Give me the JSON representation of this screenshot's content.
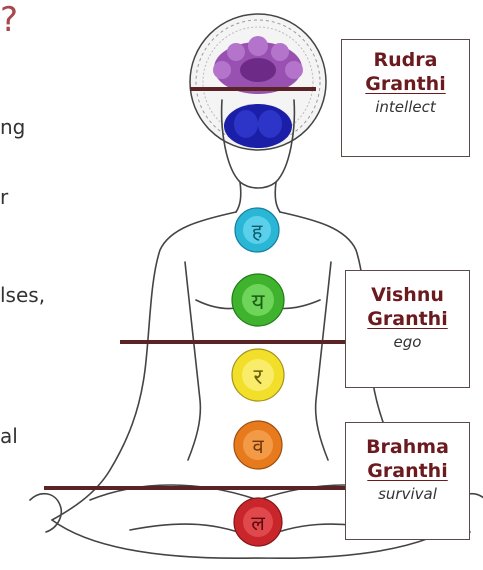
{
  "heading_glyph": "?",
  "left_fragments": [
    "ng",
    "r",
    "lses,",
    "al"
  ],
  "granthis": [
    {
      "name": "Rudra",
      "granthi": "Granthi",
      "role": "intellect"
    },
    {
      "name": "Vishnu",
      "granthi": "Granthi",
      "role": "ego"
    },
    {
      "name": "Brahma",
      "granthi": "Granthi",
      "role": "survival"
    }
  ],
  "colors": {
    "accent": "#a8474c",
    "line": "#5a2426",
    "label_text": "#6b1a1e",
    "crown": "#8e3fa8",
    "third_eye": "#1b1fa8",
    "throat": "#2ab7d6",
    "heart": "#3fb32d",
    "solar_plexus": "#f2df2a",
    "sacral": "#e87a1e",
    "root": "#c8262a"
  },
  "chakra_glyphs": {
    "throat": "ह",
    "heart": "य",
    "solar_plexus": "र",
    "sacral": "व",
    "root": "ल"
  }
}
